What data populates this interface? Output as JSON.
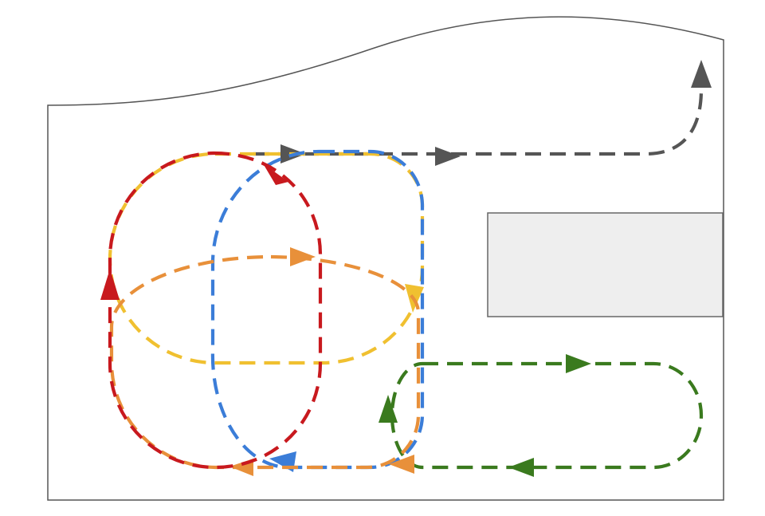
{
  "diagram": {
    "colors": {
      "background": "#ffffff",
      "outline": "#555555",
      "obstacle_fill": "#eeeeee",
      "obstacle_stroke": "#666666",
      "red": "#c8191e",
      "blue": "#3b7dd8",
      "yellow": "#f0c030",
      "orange": "#e8903a",
      "green": "#3a7a1e",
      "gray": "#555555"
    },
    "paths": [
      {
        "id": "red-loop",
        "color": "red"
      },
      {
        "id": "blue-loop",
        "color": "blue"
      },
      {
        "id": "yellow-loop",
        "color": "yellow"
      },
      {
        "id": "orange-loop",
        "color": "orange"
      },
      {
        "id": "green-loop",
        "color": "green"
      },
      {
        "id": "gray-exit-path",
        "color": "gray"
      }
    ]
  }
}
